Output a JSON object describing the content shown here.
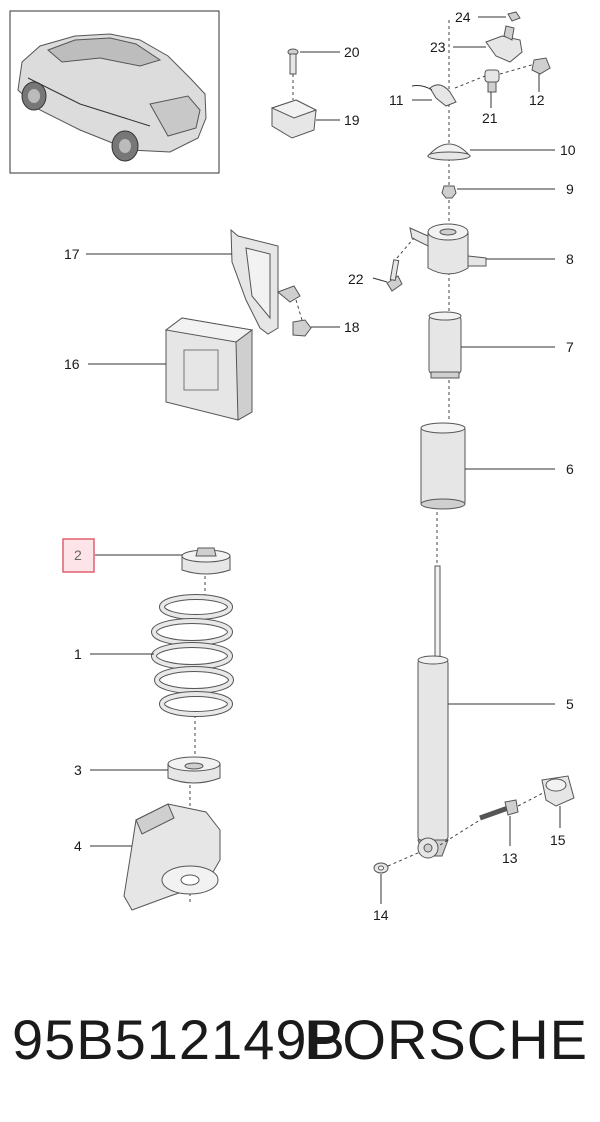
{
  "diagram": {
    "callouts": {
      "c1": "1",
      "c2": "2",
      "c3": "3",
      "c4": "4",
      "c5": "5",
      "c6": "6",
      "c7": "7",
      "c8": "8",
      "c9": "9",
      "c10": "10",
      "c11": "11",
      "c12": "12",
      "c13": "13",
      "c14": "14",
      "c15": "15",
      "c16": "16",
      "c17": "17",
      "c18": "18",
      "c19": "19",
      "c20": "20",
      "c21": "21",
      "c22": "22",
      "c23": "23",
      "c24": "24"
    },
    "highlighted_callout": "2",
    "highlight_color": "#e06070",
    "highlight_fill": "#fde4e8"
  },
  "footer": {
    "part_number": "95B512149B",
    "brand": "PORSCHE"
  }
}
